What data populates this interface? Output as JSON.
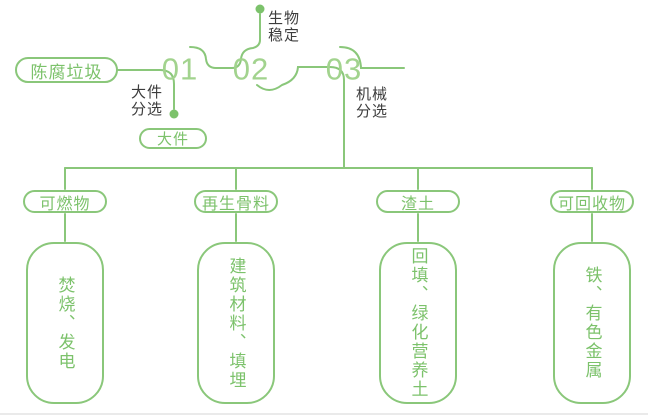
{
  "source": {
    "label": "陈腐垃圾"
  },
  "steps": [
    {
      "number": "01",
      "label_lines": [
        "大件",
        "分选"
      ],
      "output_label": "大件"
    },
    {
      "number": "02",
      "label_lines": [
        "生物",
        "稳定"
      ]
    },
    {
      "number": "03",
      "label_lines": [
        "机械",
        "分选"
      ]
    }
  ],
  "branches": [
    {
      "category": "可燃物",
      "detail": "焚烧、发电"
    },
    {
      "category": "再生骨料",
      "detail": "建筑材料、填埋"
    },
    {
      "category": "渣土",
      "detail": "回填、绿化营养土"
    },
    {
      "category": "可回收物",
      "detail": "铁、有色金属"
    }
  ],
  "colors": {
    "line_green": "#8ac77a",
    "text_green": "#7cc26b",
    "number_green": "#a2d38e",
    "label_dark": "#3c3c3c"
  }
}
